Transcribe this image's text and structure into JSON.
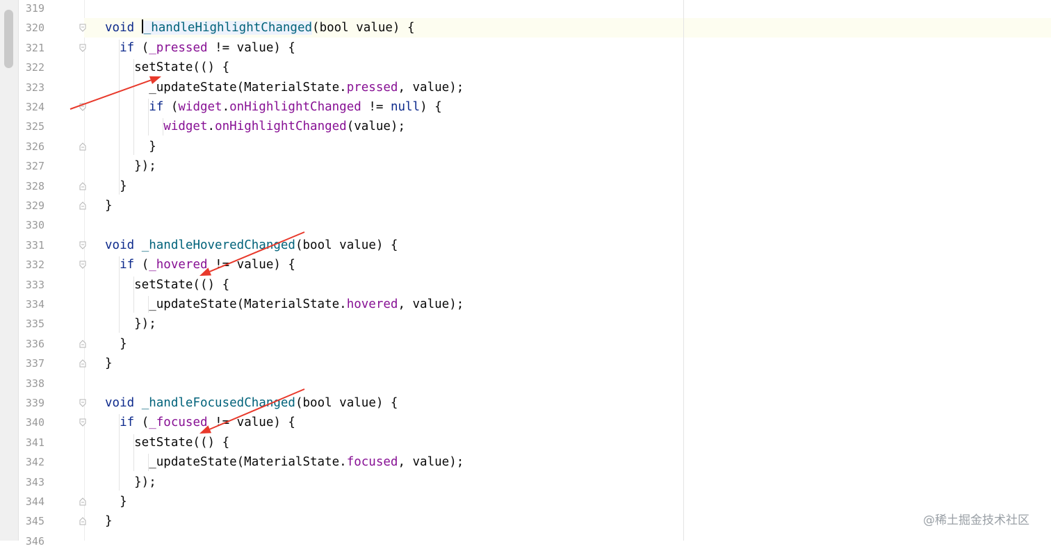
{
  "editor": {
    "current_line": "320",
    "lines": [
      {
        "num": "319",
        "tokens": []
      },
      {
        "num": "320",
        "tokens": [
          {
            "t": "void",
            "c": "kw"
          },
          {
            "t": " ",
            "c": "pl"
          },
          {
            "t": "_handleHighlightChanged",
            "c": "fn",
            "caret": true
          },
          {
            "t": "(bool value) {",
            "c": "pl"
          }
        ]
      },
      {
        "num": "321",
        "tokens": [
          {
            "t": "  if",
            "c": "kw"
          },
          {
            "t": " (",
            "c": "pl"
          },
          {
            "t": "_pressed",
            "c": "pr"
          },
          {
            "t": " != value) {",
            "c": "pl"
          }
        ]
      },
      {
        "num": "322",
        "tokens": [
          {
            "t": "    setState(() {",
            "c": "pl"
          }
        ]
      },
      {
        "num": "323",
        "tokens": [
          {
            "t": "      _updateState(MaterialState.",
            "c": "pl"
          },
          {
            "t": "pressed",
            "c": "pr"
          },
          {
            "t": ", value);",
            "c": "pl"
          }
        ]
      },
      {
        "num": "324",
        "tokens": [
          {
            "t": "      if",
            "c": "kw"
          },
          {
            "t": " (",
            "c": "pl"
          },
          {
            "t": "widget",
            "c": "pr"
          },
          {
            "t": ".",
            "c": "pl"
          },
          {
            "t": "onHighlightChanged",
            "c": "pr"
          },
          {
            "t": " != ",
            "c": "pl"
          },
          {
            "t": "null",
            "c": "kw"
          },
          {
            "t": ") {",
            "c": "pl"
          }
        ]
      },
      {
        "num": "325",
        "tokens": [
          {
            "t": "        widget",
            "c": "pr"
          },
          {
            "t": ".",
            "c": "pl"
          },
          {
            "t": "onHighlightChanged",
            "c": "pr"
          },
          {
            "t": "(value);",
            "c": "pl"
          }
        ]
      },
      {
        "num": "326",
        "tokens": [
          {
            "t": "      }",
            "c": "pl"
          }
        ]
      },
      {
        "num": "327",
        "tokens": [
          {
            "t": "    });",
            "c": "pl"
          }
        ]
      },
      {
        "num": "328",
        "tokens": [
          {
            "t": "  }",
            "c": "pl"
          }
        ]
      },
      {
        "num": "329",
        "tokens": [
          {
            "t": "}",
            "c": "pl"
          }
        ]
      },
      {
        "num": "330",
        "tokens": []
      },
      {
        "num": "331",
        "tokens": [
          {
            "t": "void",
            "c": "kw"
          },
          {
            "t": " ",
            "c": "pl"
          },
          {
            "t": "_handleHoveredChanged",
            "c": "fn"
          },
          {
            "t": "(bool value) {",
            "c": "pl"
          }
        ]
      },
      {
        "num": "332",
        "tokens": [
          {
            "t": "  if",
            "c": "kw"
          },
          {
            "t": " (",
            "c": "pl"
          },
          {
            "t": "_hovered",
            "c": "pr"
          },
          {
            "t": " != value) {",
            "c": "pl"
          }
        ]
      },
      {
        "num": "333",
        "tokens": [
          {
            "t": "    setState(() {",
            "c": "pl"
          }
        ]
      },
      {
        "num": "334",
        "tokens": [
          {
            "t": "      _updateState(MaterialState.",
            "c": "pl"
          },
          {
            "t": "hovered",
            "c": "pr"
          },
          {
            "t": ", value);",
            "c": "pl"
          }
        ]
      },
      {
        "num": "335",
        "tokens": [
          {
            "t": "    });",
            "c": "pl"
          }
        ]
      },
      {
        "num": "336",
        "tokens": [
          {
            "t": "  }",
            "c": "pl"
          }
        ]
      },
      {
        "num": "337",
        "tokens": [
          {
            "t": "}",
            "c": "pl"
          }
        ]
      },
      {
        "num": "338",
        "tokens": []
      },
      {
        "num": "339",
        "tokens": [
          {
            "t": "void",
            "c": "kw"
          },
          {
            "t": " ",
            "c": "pl"
          },
          {
            "t": "_handleFocusedChanged",
            "c": "fn"
          },
          {
            "t": "(bool value) {",
            "c": "pl"
          }
        ]
      },
      {
        "num": "340",
        "tokens": [
          {
            "t": "  if",
            "c": "kw"
          },
          {
            "t": " (",
            "c": "pl"
          },
          {
            "t": "_focused",
            "c": "pr"
          },
          {
            "t": " != value) {",
            "c": "pl"
          }
        ]
      },
      {
        "num": "341",
        "tokens": [
          {
            "t": "    setState(() {",
            "c": "pl"
          }
        ]
      },
      {
        "num": "342",
        "tokens": [
          {
            "t": "      _updateState(MaterialState.",
            "c": "pl"
          },
          {
            "t": "focused",
            "c": "pr"
          },
          {
            "t": ", value);",
            "c": "pl"
          }
        ]
      },
      {
        "num": "343",
        "tokens": [
          {
            "t": "    });",
            "c": "pl"
          }
        ]
      },
      {
        "num": "344",
        "tokens": [
          {
            "t": "  }",
            "c": "pl"
          }
        ]
      },
      {
        "num": "345",
        "tokens": [
          {
            "t": "}",
            "c": "pl"
          }
        ]
      },
      {
        "num": "346",
        "tokens": []
      }
    ],
    "fold_markers": {
      "320": "open",
      "321": "open",
      "324": "open",
      "326": "close",
      "328": "close",
      "329": "close",
      "331": "open",
      "332": "open",
      "336": "close",
      "337": "close",
      "339": "open",
      "340": "open",
      "344": "close",
      "345": "close"
    }
  },
  "annotations": {
    "color": "#e8392b",
    "arrows": [
      {
        "name": "arrow-to-setstate-pressed"
      },
      {
        "name": "arrow-to-hovered-field"
      },
      {
        "name": "arrow-to-focused-field"
      }
    ]
  },
  "watermark": {
    "text": "@稀土掘金技术社区"
  },
  "colors": {
    "keyword": "#0d2a8c",
    "function": "#00627a",
    "field": "#871094",
    "plain": "#080808",
    "line_number": "#999999",
    "current_line_bg": "#fdfdf0"
  }
}
